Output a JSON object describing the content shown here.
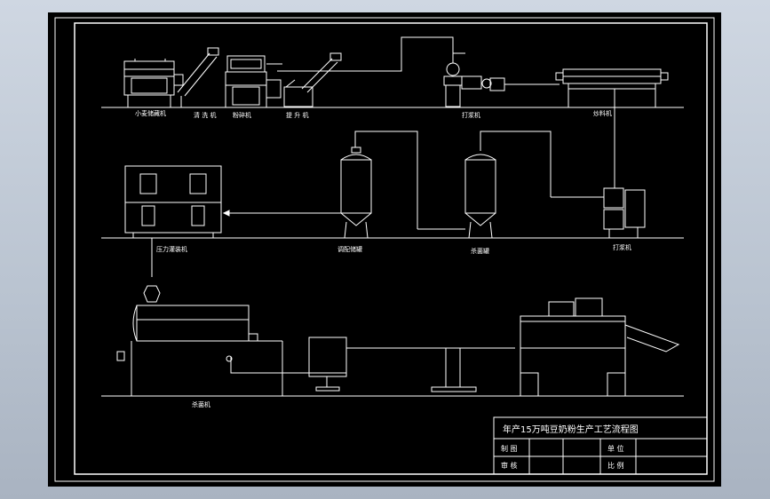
{
  "drawing": {
    "colors": {
      "line": "#ffffff",
      "sheet": "#000000",
      "viewport": "#b9c3d0"
    },
    "labels": {
      "row1": [
        "小麦储藏机",
        "清 洗 机",
        "粉碎机",
        "提 升 机",
        "打浆机",
        "炒料机"
      ],
      "row2": [
        "压力灌装机",
        "调配储罐",
        "杀菌罐",
        "打浆机"
      ],
      "row3": [
        "杀菌机"
      ]
    },
    "title_block": {
      "title": "年产15万吨豆奶粉生产工艺流程图",
      "drawn_label": "制 图",
      "unit_label": "单 位",
      "checked_label": "审 核",
      "scale_label": "比 例"
    }
  }
}
